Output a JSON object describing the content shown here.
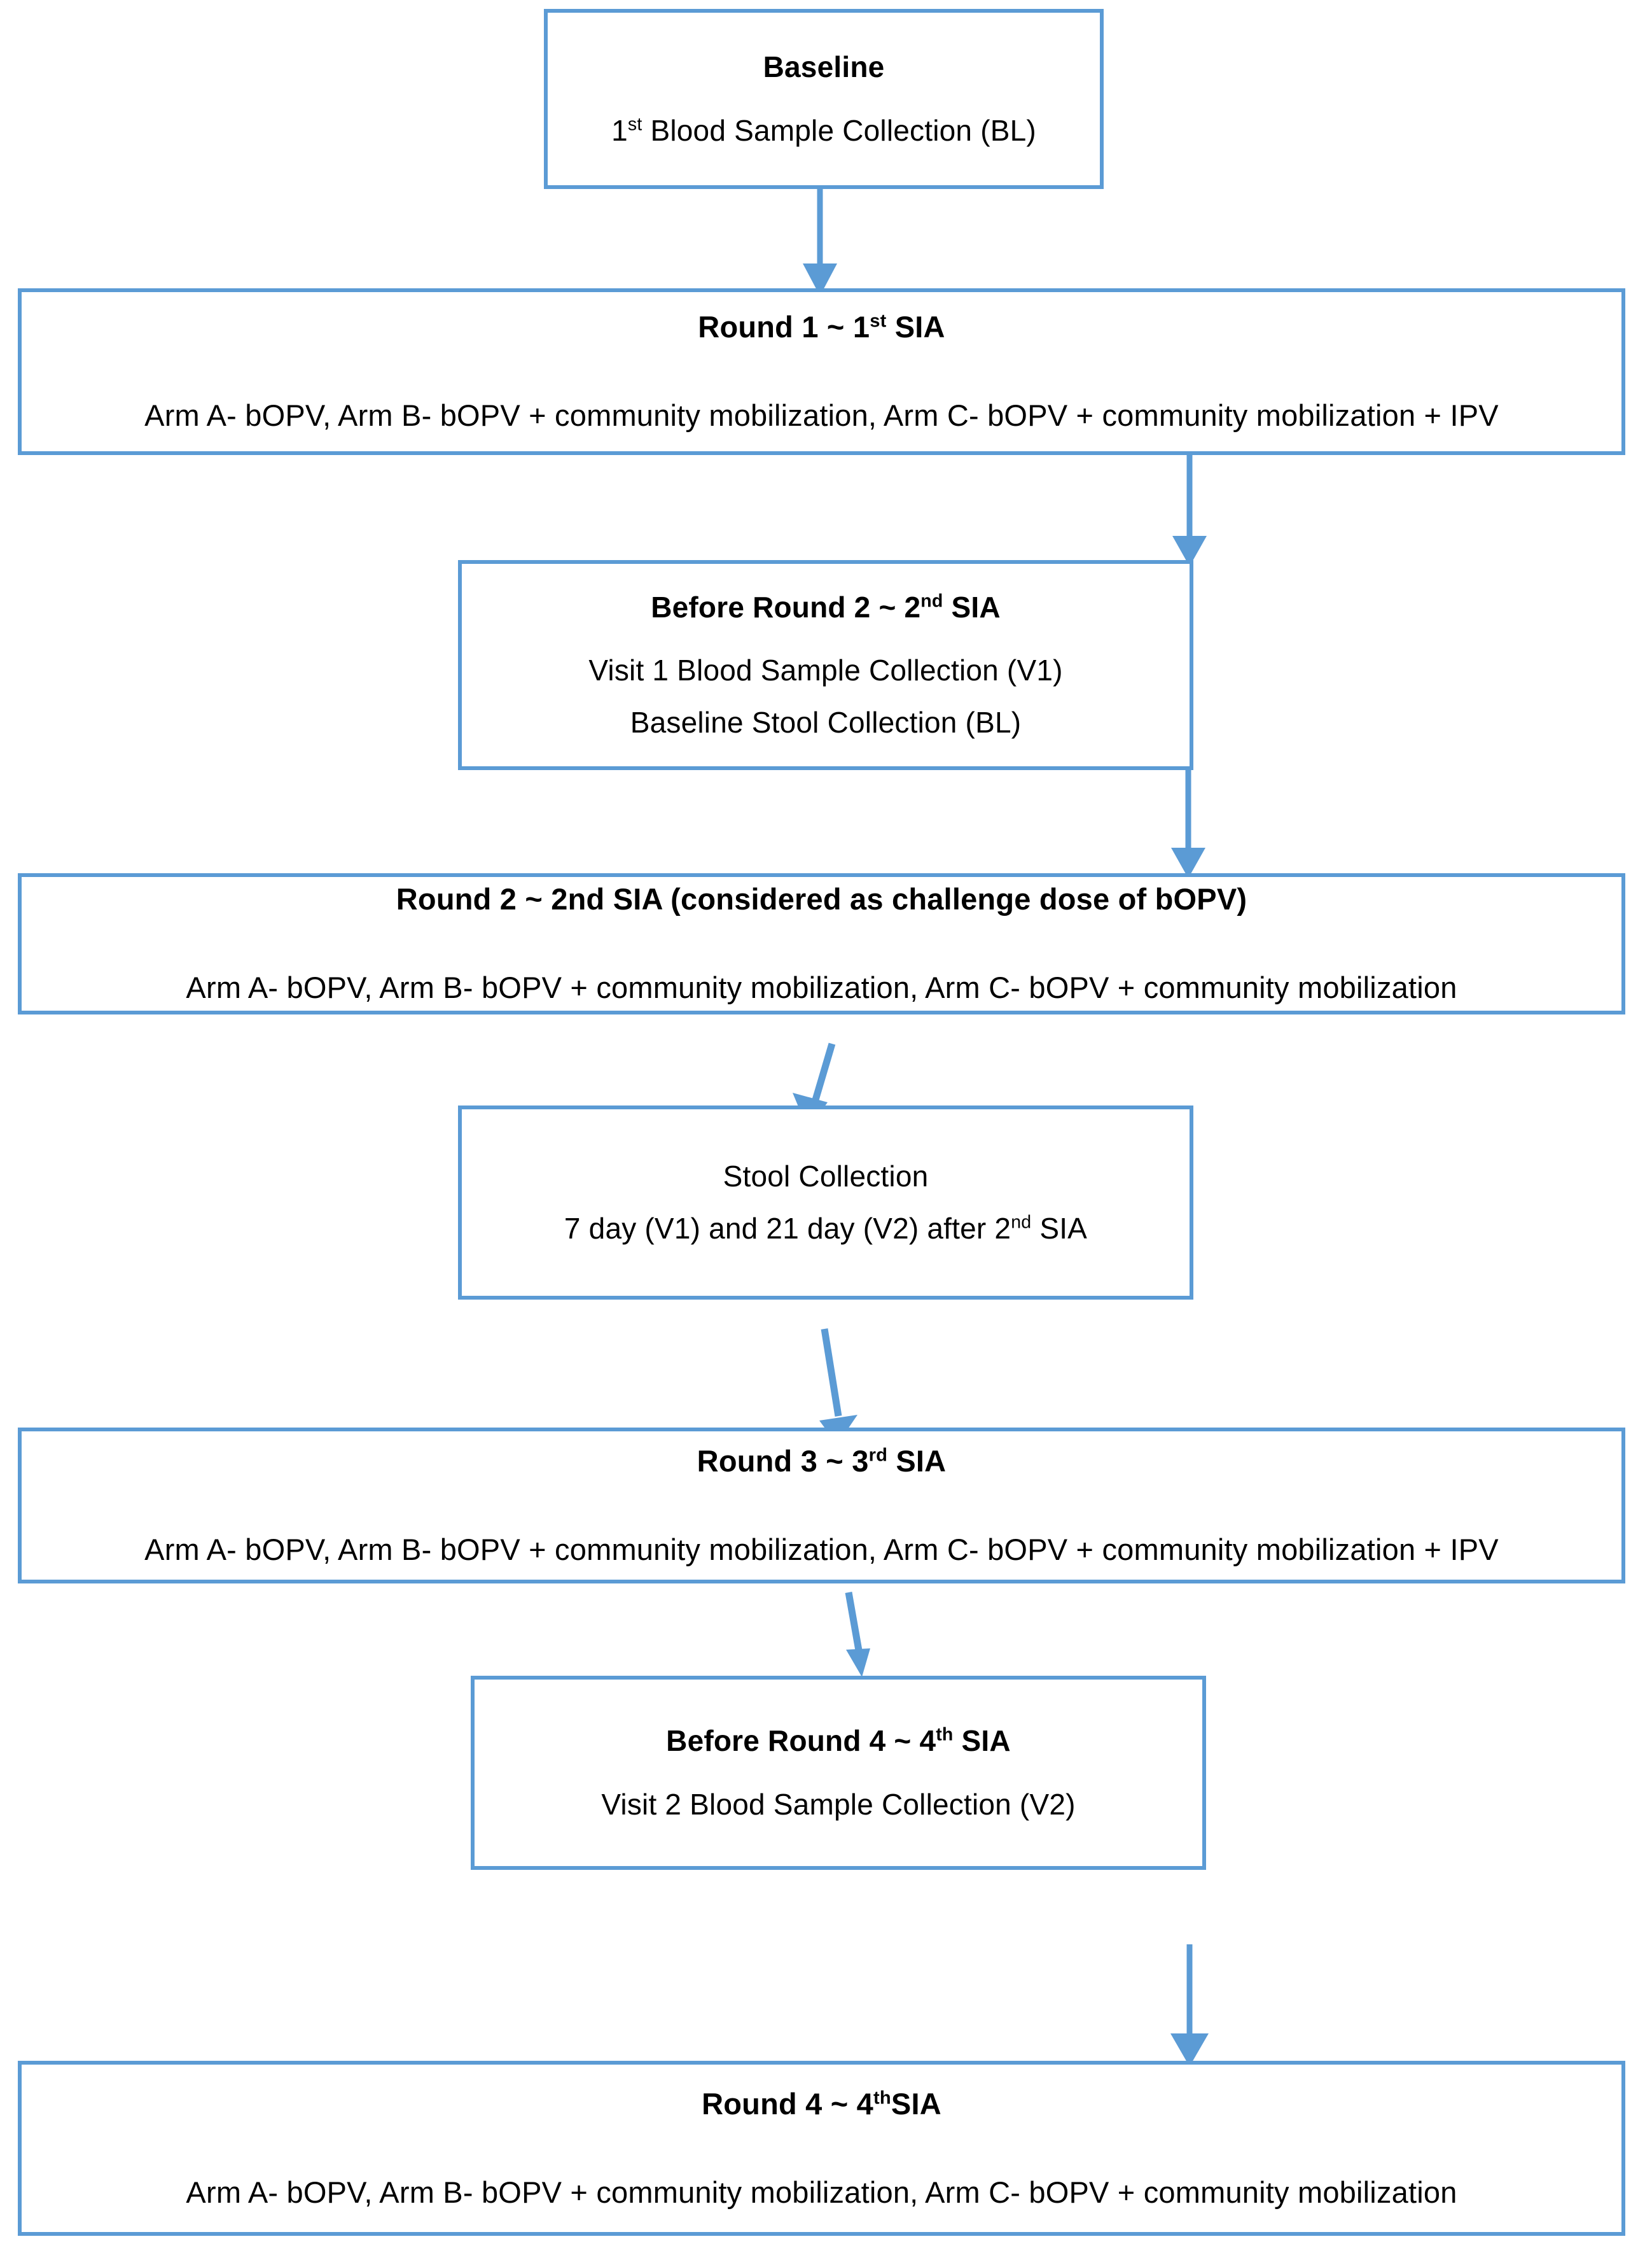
{
  "diagram": {
    "title": "Polio SIA trial visit schedule flowchart",
    "accent_color": "#5B9BD5",
    "text_color": "#000000",
    "background_color": "#FFFFFF",
    "nodes": [
      {
        "id": "baseline",
        "name": "baseline-box",
        "title": "Baseline",
        "lines": [
          {
            "pre": "1",
            "sup": "st",
            "post": " Blood Sample Collection (BL)"
          }
        ]
      },
      {
        "id": "round1",
        "name": "round-1-box",
        "title_pre": "Round 1 ~ 1",
        "title_sup": "st",
        "title_post": " SIA",
        "lines": [
          {
            "pre": "Arm A- bOPV, Arm B- bOPV + community mobilization, Arm C- bOPV + community mobilization + IPV",
            "sup": "",
            "post": ""
          }
        ]
      },
      {
        "id": "before_round2",
        "name": "before-round-2-box",
        "title_pre": "Before Round 2 ~ 2",
        "title_sup": "nd",
        "title_post": " SIA",
        "lines": [
          {
            "pre": "Visit 1 Blood Sample Collection (V1)",
            "sup": "",
            "post": ""
          },
          {
            "pre": "Baseline Stool Collection (BL)",
            "sup": "",
            "post": ""
          }
        ]
      },
      {
        "id": "round2",
        "name": "round-2-box",
        "title_pre": "Round 2 ~ 2nd SIA (considered as challenge dose of bOPV)",
        "title_sup": "",
        "title_post": "",
        "lines": [
          {
            "pre": "Arm A- bOPV, Arm B- bOPV + community mobilization, Arm C- bOPV + community mobilization",
            "sup": "",
            "post": ""
          }
        ]
      },
      {
        "id": "stool",
        "name": "stool-collection-box",
        "title_pre": "",
        "title_sup": "",
        "title_post": "",
        "plain_first": "Stool Collection",
        "lines": [
          {
            "pre": "7 day (V1) and 21 day (V2) after 2",
            "sup": "nd",
            "post": " SIA"
          }
        ]
      },
      {
        "id": "round3",
        "name": "round-3-box",
        "title_pre": "Round 3 ~ 3",
        "title_sup": "rd",
        "title_post": " SIA",
        "lines": [
          {
            "pre": "Arm A- bOPV, Arm B- bOPV + community mobilization, Arm C- bOPV + community mobilization + IPV",
            "sup": "",
            "post": ""
          }
        ]
      },
      {
        "id": "before_round4",
        "name": "before-round-4-box",
        "title_pre": "Before Round 4 ~ 4",
        "title_sup": "th",
        "title_post": " SIA",
        "lines": [
          {
            "pre": "Visit 2 Blood Sample Collection (V2)",
            "sup": "",
            "post": ""
          }
        ]
      },
      {
        "id": "round4",
        "name": "round-4-box",
        "title_pre": "Round 4 ~ 4",
        "title_sup": "th",
        "title_post": "SIA",
        "lines": [
          {
            "pre": "Arm A- bOPV, Arm B- bOPV + community mobilization, Arm C- bOPV + community mobilization",
            "sup": "",
            "post": ""
          }
        ]
      }
    ],
    "connectors": [
      {
        "id": "c1",
        "name": "arrow-baseline-to-round1",
        "from": "baseline",
        "to": "round1"
      },
      {
        "id": "c2",
        "name": "arrow-round1-to-before-round2",
        "from": "round1",
        "to": "before_round2"
      },
      {
        "id": "c3",
        "name": "arrow-before-round2-to-round2",
        "from": "before_round2",
        "to": "round2"
      },
      {
        "id": "c4",
        "name": "arrow-round2-to-stool",
        "from": "round2",
        "to": "stool"
      },
      {
        "id": "c5",
        "name": "arrow-stool-to-round3",
        "from": "stool",
        "to": "round3"
      },
      {
        "id": "c6",
        "name": "arrow-round3-to-before-round4",
        "from": "round3",
        "to": "before_round4"
      },
      {
        "id": "c7",
        "name": "arrow-before-round4-to-round4",
        "from": "before_round4",
        "to": "round4"
      }
    ]
  }
}
